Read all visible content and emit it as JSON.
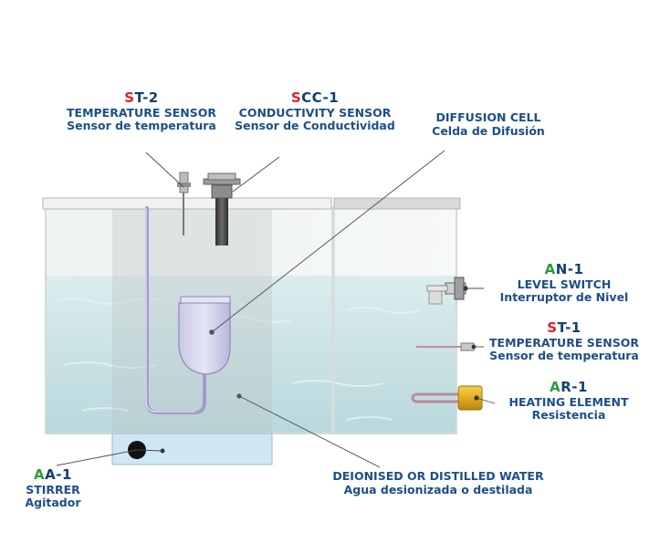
{
  "colors": {
    "code_prefix_red": "#d8222a",
    "code_prefix_green": "#2f9a3a",
    "label_blue": "#1c4f86",
    "code_dark": "#13406e",
    "water": "#c8e2e6",
    "heater": "#e3ad1e"
  },
  "labels": {
    "st2": {
      "code_prefix": "S",
      "code_rest": "T-2",
      "en": "TEMPERATURE SENSOR",
      "es": "Sensor de temperatura"
    },
    "scc1": {
      "code_prefix": "S",
      "code_rest": "CC-1",
      "en": "CONDUCTIVITY SENSOR",
      "es": "Sensor de Conductividad"
    },
    "diffusion": {
      "en": "DIFFUSION CELL",
      "es": "Celda de Difusión"
    },
    "an1": {
      "code_prefix": "A",
      "code_rest": "N-1",
      "en": "LEVEL SWITCH",
      "es": "Interruptor de Nivel"
    },
    "st1": {
      "code_prefix": "S",
      "code_rest": "T-1",
      "en": "TEMPERATURE SENSOR",
      "es": "Sensor de temperatura"
    },
    "ar1": {
      "code_prefix": "A",
      "code_rest": "R-1",
      "en": "HEATING ELEMENT",
      "es": "Resistencia"
    },
    "aa1": {
      "code_prefix": "A",
      "code_rest": "A-1",
      "en": "STIRRER",
      "es": "Agitador"
    },
    "water": {
      "en": "DEIONISED OR DISTILLED WATER",
      "es": "Agua desionizada o destilada"
    }
  }
}
